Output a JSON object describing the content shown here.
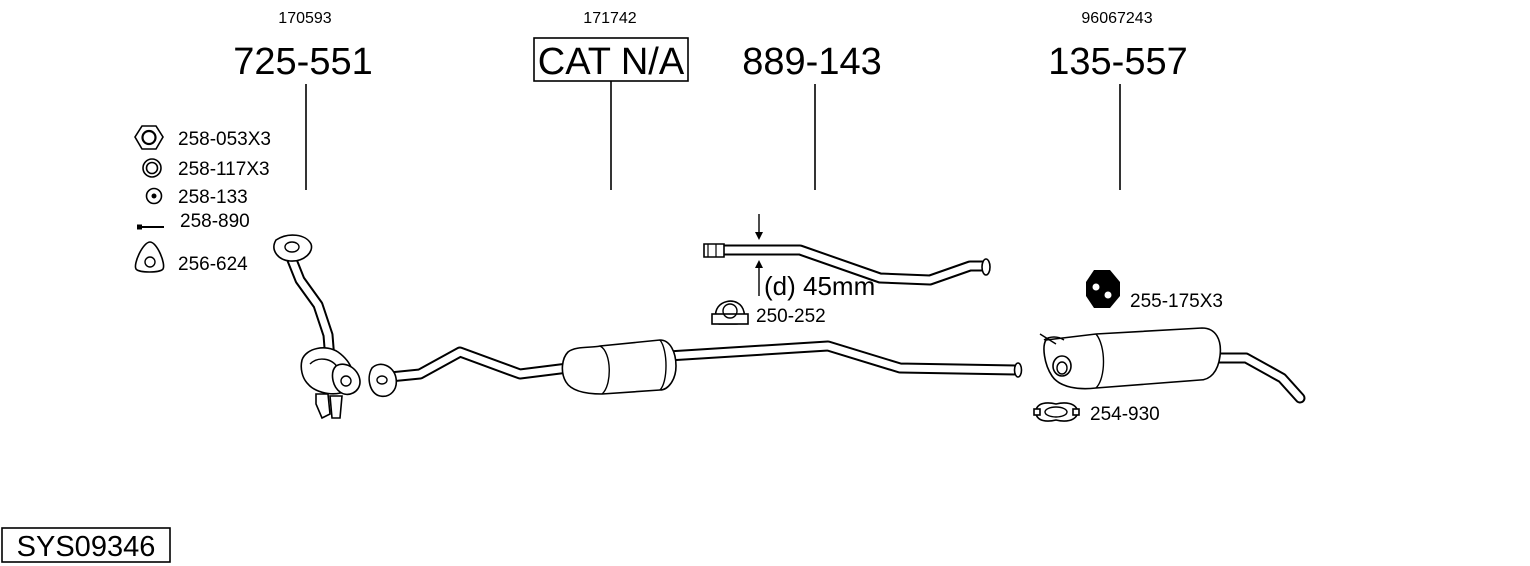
{
  "diagram": {
    "sections": [
      {
        "ref": "170593",
        "part_number": "725-551"
      },
      {
        "ref": "171742",
        "part_number": "CAT N/A"
      },
      {
        "ref": "",
        "part_number": "889-143"
      },
      {
        "ref": "96067243",
        "part_number": "135-557"
      }
    ],
    "fittings": [
      {
        "label": "258-053X3",
        "icon": "hex-nut-icon"
      },
      {
        "label": "258-117X3",
        "icon": "washer-ring-icon"
      },
      {
        "label": "258-133",
        "icon": "small-washer-icon"
      },
      {
        "label": "258-890",
        "icon": "bolt-icon"
      },
      {
        "label": "256-624",
        "icon": "flange-gasket-icon"
      },
      {
        "label": "250-252",
        "icon": "pipe-clamp-icon"
      },
      {
        "label": "255-175X3",
        "icon": "rubber-mount-icon"
      },
      {
        "label": "254-930",
        "icon": "band-clamp-icon"
      }
    ],
    "dimension_note": "(d) 45mm",
    "system_code": "SYS09346"
  }
}
